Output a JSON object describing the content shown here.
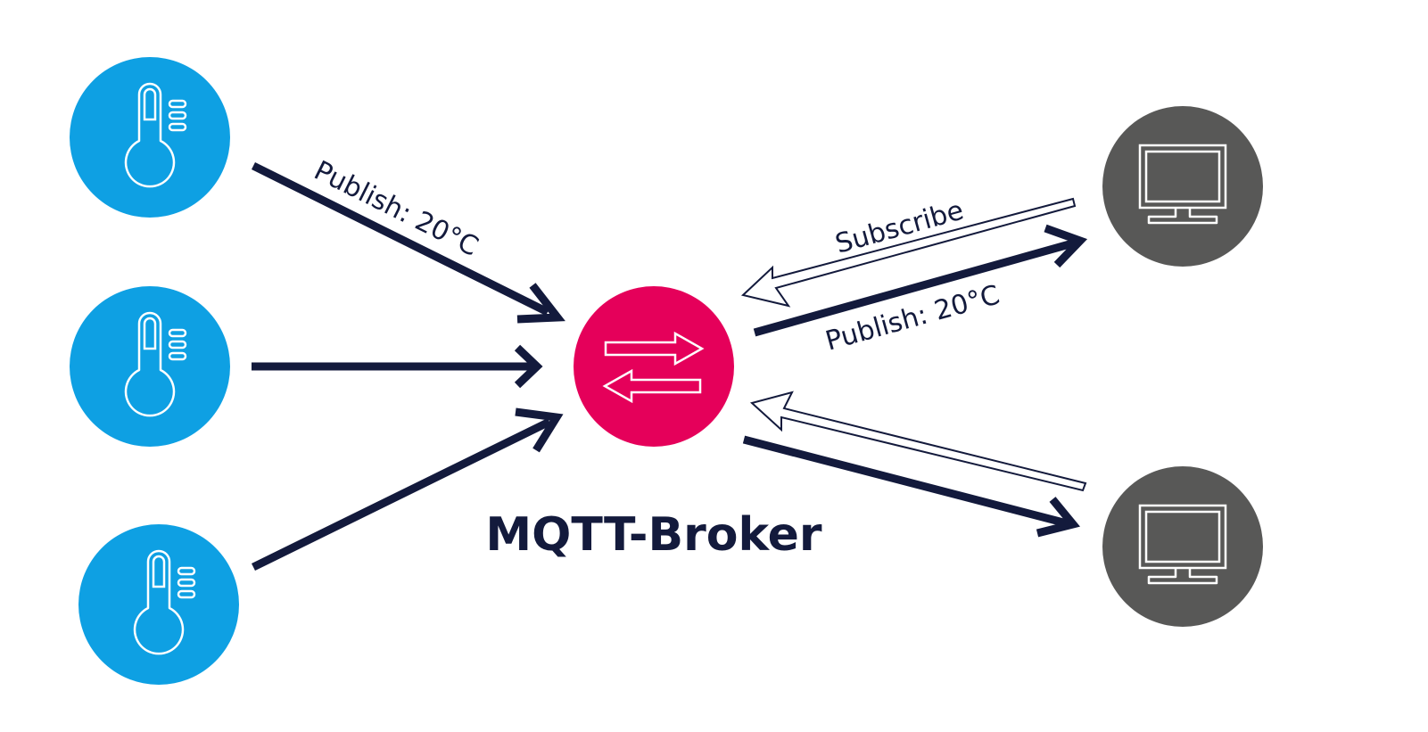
{
  "colors": {
    "sensor": "#0ea0e3",
    "broker": "#e5005a",
    "client": "#585857",
    "arrow": "#131a3c",
    "text": "#131a3c"
  },
  "nodes": {
    "sensors": [
      {
        "icon": "thermometer-icon"
      },
      {
        "icon": "thermometer-icon"
      },
      {
        "icon": "thermometer-icon"
      }
    ],
    "broker": {
      "icon": "exchange-arrows-icon",
      "label": "MQTT-Broker"
    },
    "clients": [
      {
        "icon": "monitor-icon"
      },
      {
        "icon": "monitor-icon"
      }
    ]
  },
  "labels": {
    "sensor_publish": "Publish: 20°C",
    "client_subscribe": "Subscribe",
    "client_publish": "Publish: 20°C"
  }
}
